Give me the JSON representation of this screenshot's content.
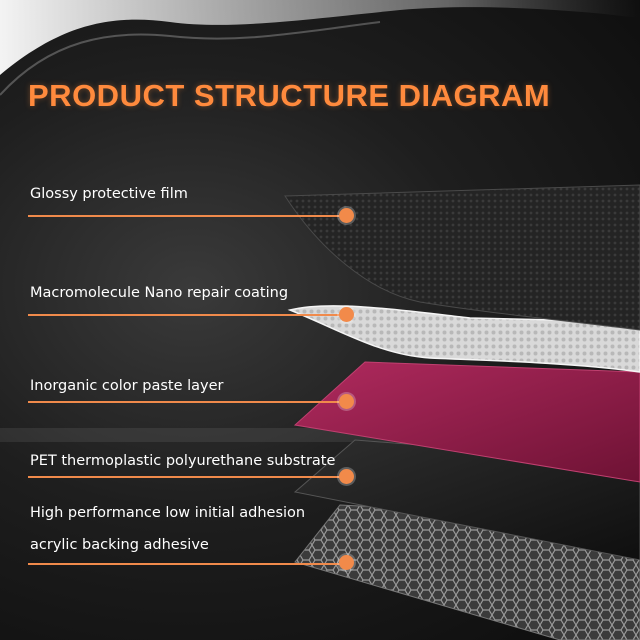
{
  "title": "PRODUCT STRUCTURE DIAGRAM",
  "layers": [
    {
      "label": "Glossy protective film"
    },
    {
      "label": "Macromolecule Nano repair coating"
    },
    {
      "label": "Inorganic color paste layer"
    },
    {
      "label": "PET thermoplastic polyurethane substrate"
    },
    {
      "label_line1": "High performance low initial adhesion",
      "label_line2": "acrylic backing adhesive"
    }
  ],
  "colors": {
    "accent": "#ff8a3d",
    "leader_line": "#f08a4b",
    "paint_layer": "#9b1f4f",
    "label_text": "#ffffff"
  }
}
